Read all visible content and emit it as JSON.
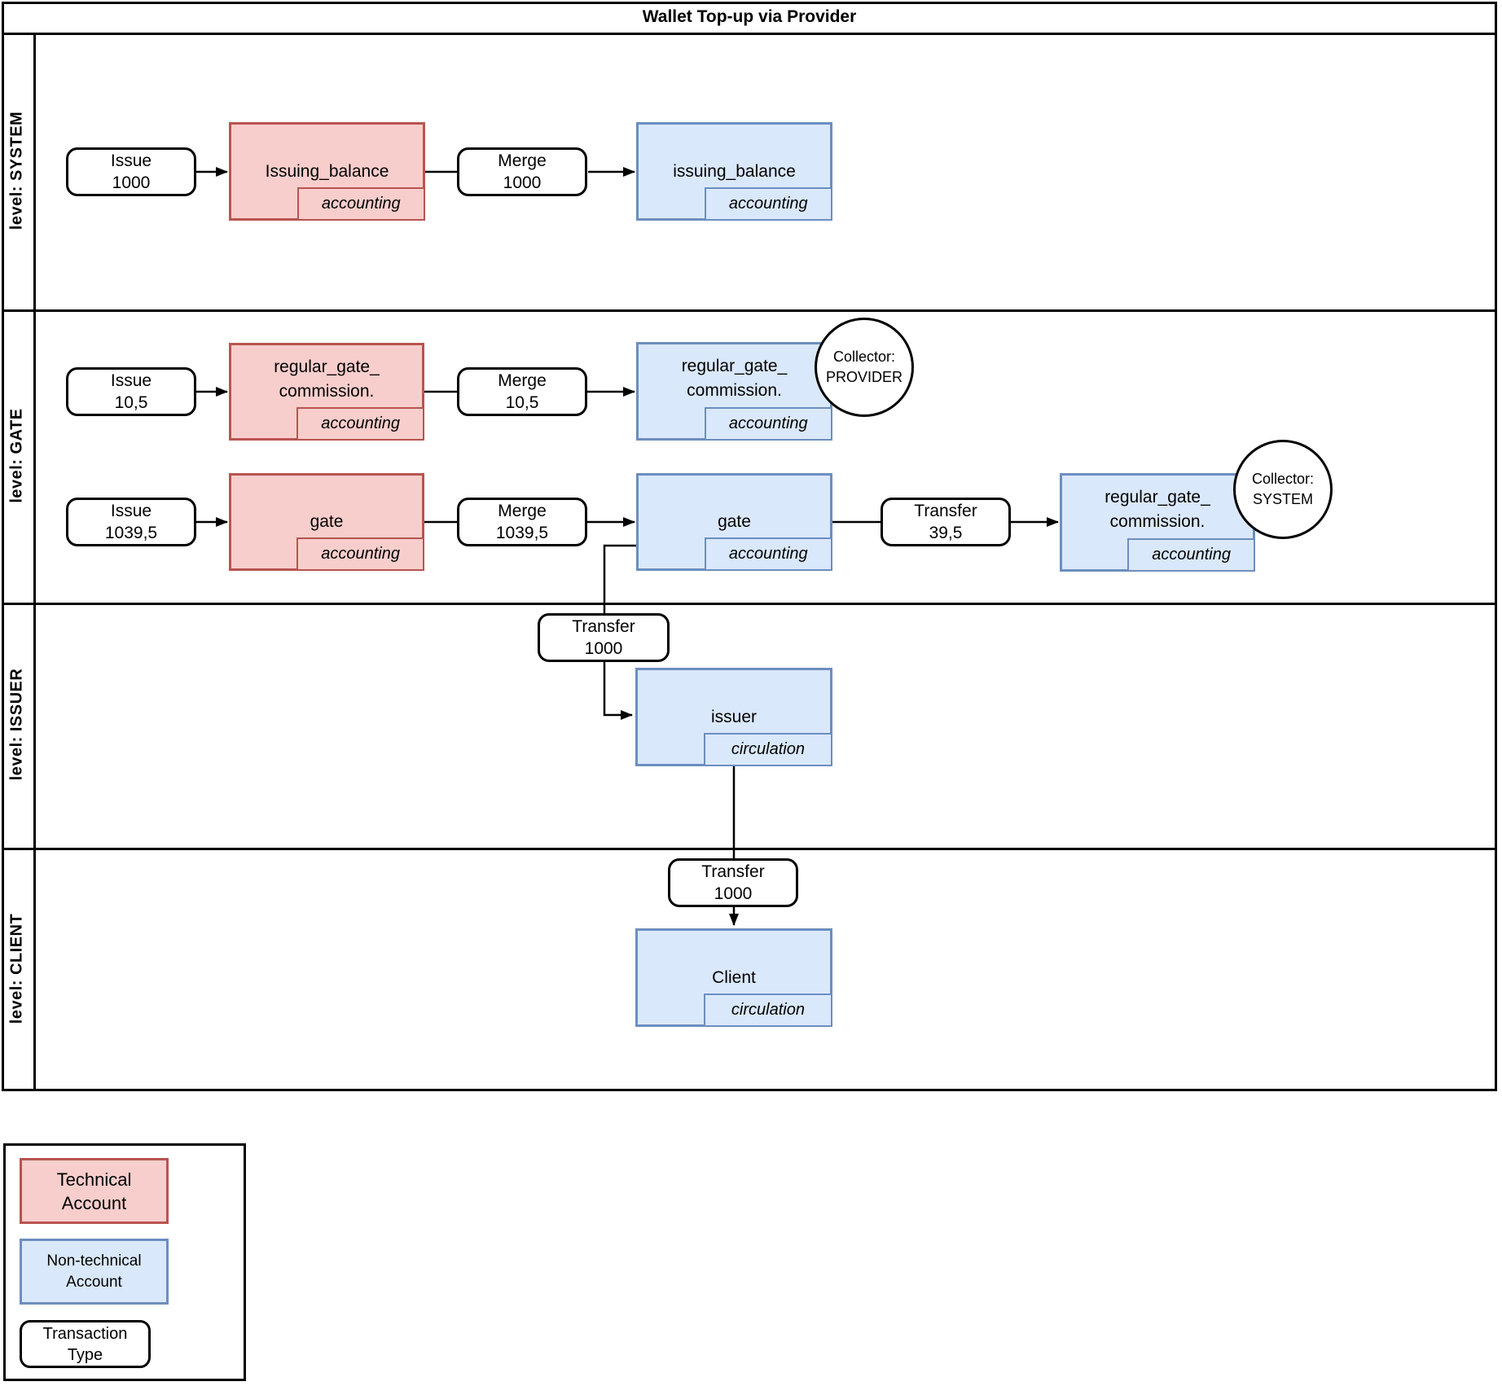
{
  "title": "Wallet Top-up via Provider",
  "lanes": {
    "system": "level: SYSTEM",
    "gate": "level: GATE",
    "issuer": "level: ISSUER",
    "client": "level: CLIENT"
  },
  "nodes": {
    "issue_1000": {
      "line1": "Issue",
      "line2": "1000"
    },
    "merge_1000": {
      "line1": "Merge",
      "line2": "1000"
    },
    "issue_10_5": {
      "line1": "Issue",
      "line2": "10,5"
    },
    "merge_10_5": {
      "line1": "Merge",
      "line2": "10,5"
    },
    "issue_1039_5": {
      "line1": "Issue",
      "line2": "1039,5"
    },
    "merge_1039_5": {
      "line1": "Merge",
      "line2": "1039,5"
    },
    "transfer_39_5": {
      "line1": "Transfer",
      "line2": "39,5"
    },
    "transfer_1000_issuer": {
      "line1": "Transfer",
      "line2": "1000"
    },
    "transfer_1000_client": {
      "line1": "Transfer",
      "line2": "1000"
    },
    "issuing_balance_tech": {
      "label": "Issuing_balance",
      "tag": "accounting"
    },
    "issuing_balance_nontech": {
      "label": "issuing_balance",
      "tag": "accounting"
    },
    "rgc_tech": {
      "label_line1": "regular_gate_",
      "label_line2": "commission.",
      "tag": "accounting"
    },
    "rgc_nontech_provider": {
      "label_line1": "regular_gate_",
      "label_line2": "commission.",
      "tag": "accounting"
    },
    "rgc_nontech_system": {
      "label_line1": "regular_gate_",
      "label_line2": "commission.",
      "tag": "accounting"
    },
    "gate_tech": {
      "label": "gate",
      "tag": "accounting"
    },
    "gate_nontech": {
      "label": "gate",
      "tag": "accounting"
    },
    "issuer": {
      "label": "issuer",
      "tag": "circulation"
    },
    "client": {
      "label": "Client",
      "tag": "circulation"
    }
  },
  "collectors": {
    "provider": {
      "line1": "Collector:",
      "line2": "PROVIDER"
    },
    "system": {
      "line1": "Collector:",
      "line2": "SYSTEM"
    }
  },
  "legend": {
    "technical": {
      "line1": "Technical",
      "line2": "Account"
    },
    "nontechnical": {
      "line1": "Non-technical",
      "line2": "Account"
    },
    "transaction": {
      "line1": "Transaction",
      "line2": "Type"
    }
  },
  "colors": {
    "technical_fill": "#F8CECC",
    "technical_stroke": "#B85450",
    "nontechnical_fill": "#DAE8FC",
    "nontechnical_stroke": "#6C8EBF",
    "line": "#000000"
  }
}
